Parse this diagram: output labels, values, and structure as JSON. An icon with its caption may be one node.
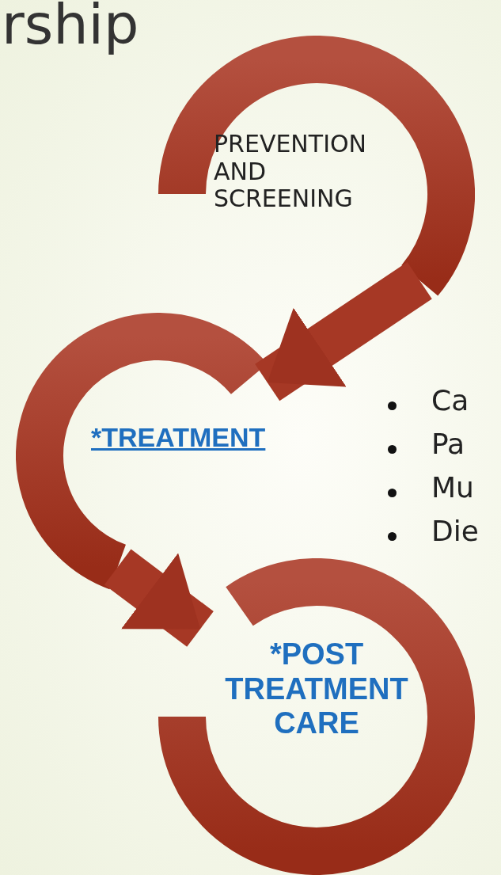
{
  "diagram": {
    "title": "rship",
    "nodes": [
      {
        "text": [
          "PREVENTION AND SCREENING"
        ]
      },
      {
        "text": [
          "*TREATMENT"
        ]
      },
      {
        "text": [
          "*POST TREATMENT CARE"
        ]
      }
    ],
    "edges": [
      {
        "from": 0,
        "to": 1,
        "arrow": "to"
      },
      {
        "from": 1,
        "to": 2,
        "arrow": "to"
      }
    ],
    "labels": [
      "Ca",
      "Pa",
      "Mu",
      "Die"
    ]
  }
}
